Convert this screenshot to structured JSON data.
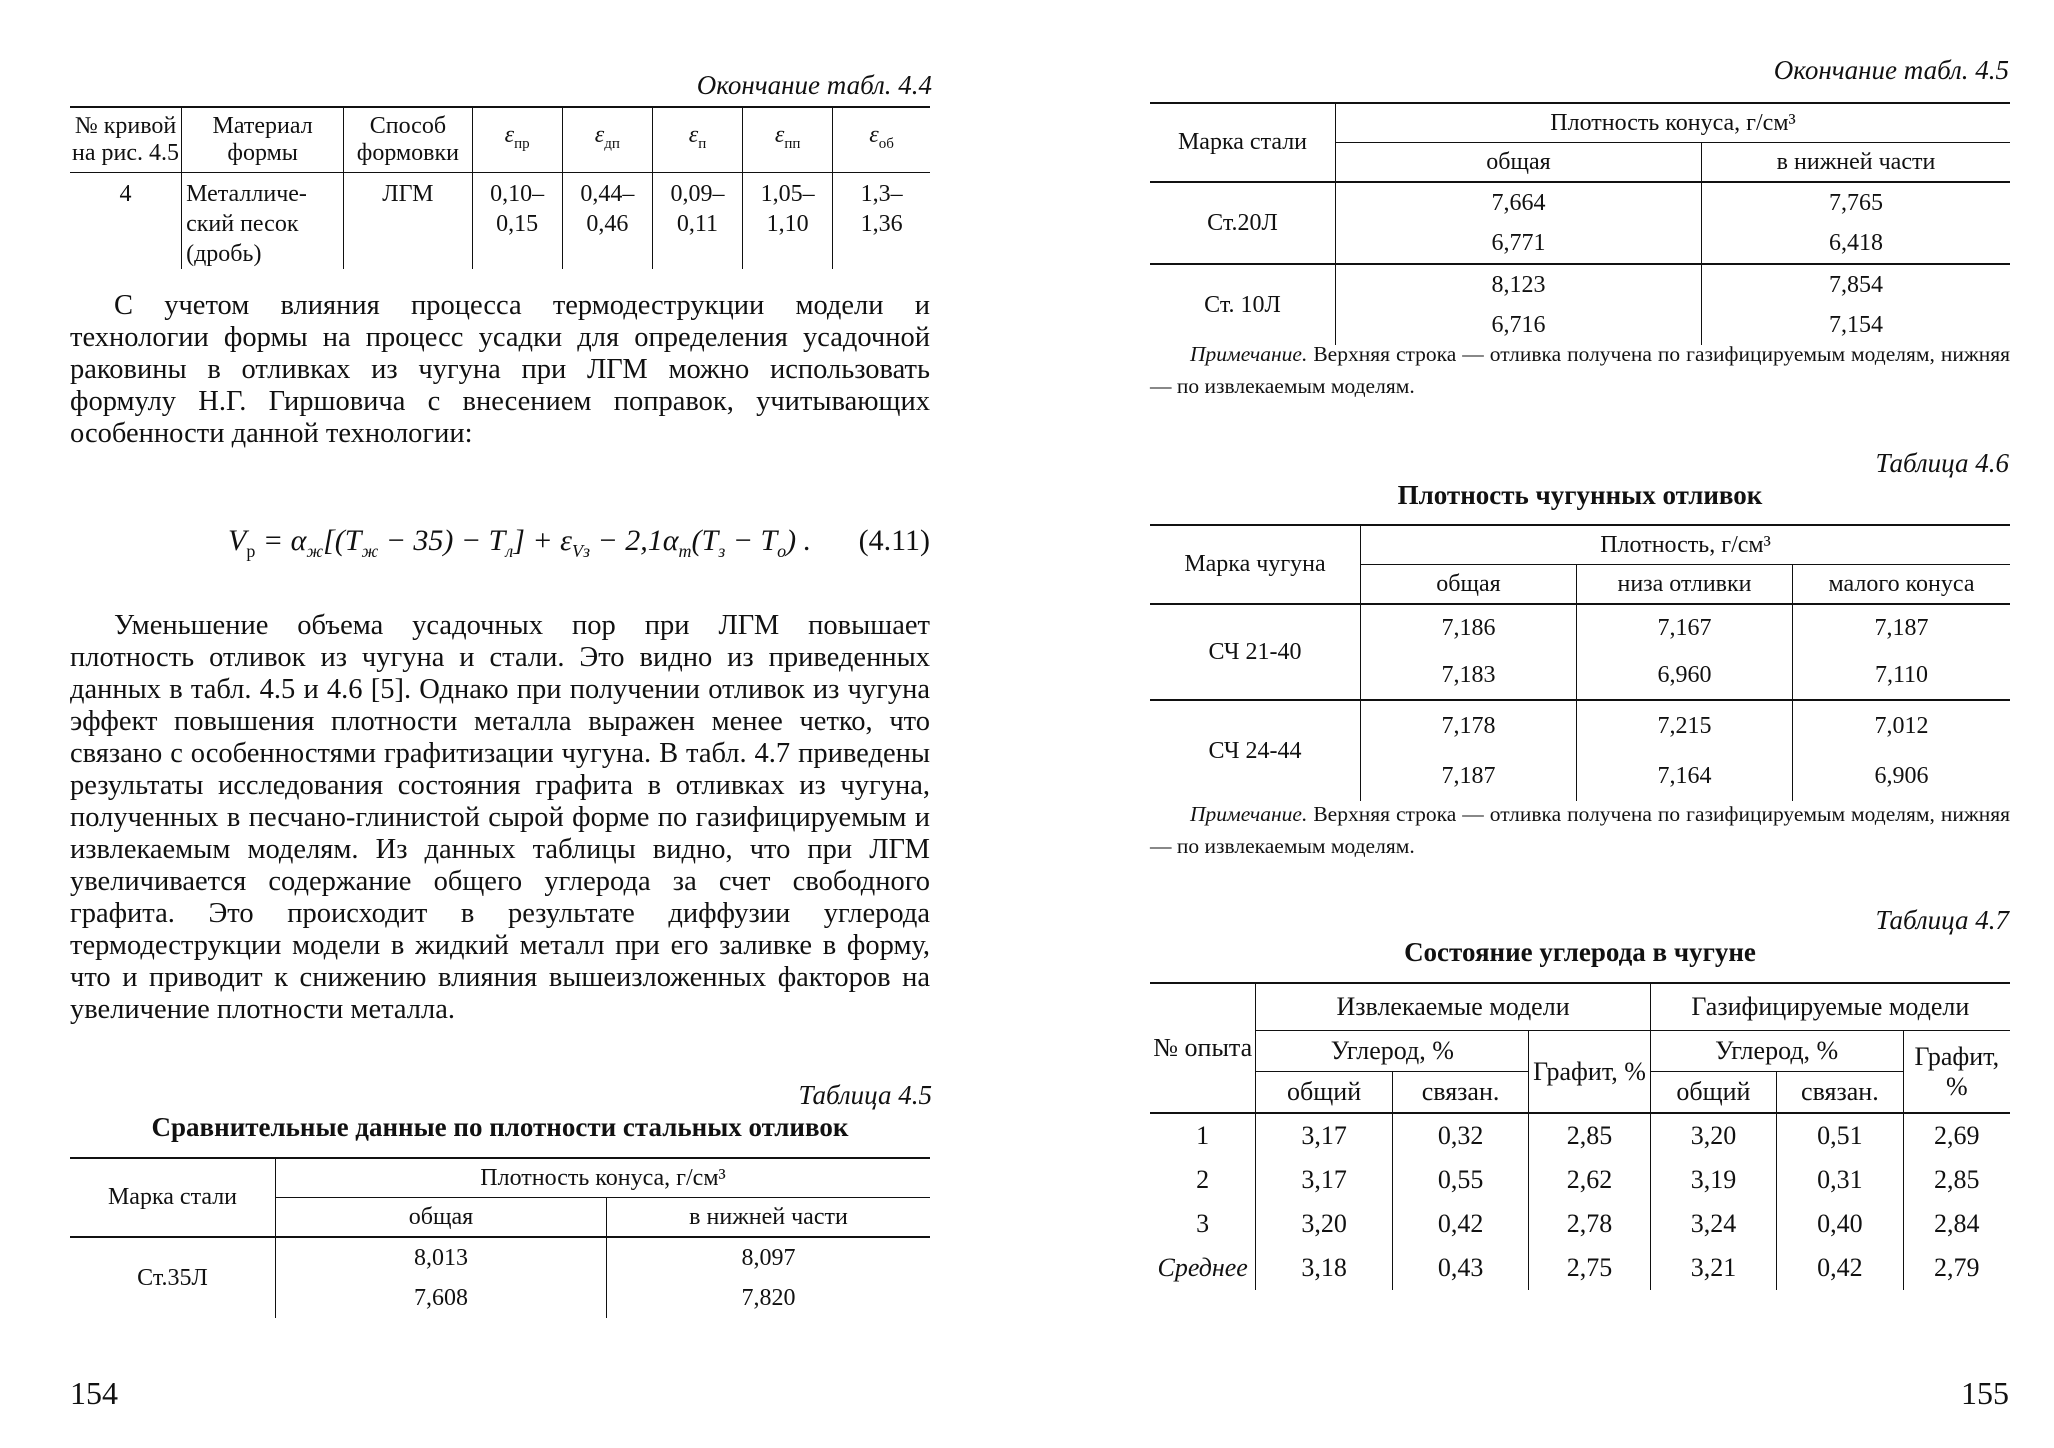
{
  "left_page": {
    "continuation": "Окончание табл. 4.4",
    "table_4_4": {
      "headers": [
        "№ кривой на рис. 4.5",
        "Материал формы",
        "Способ формовки"
      ],
      "eps": [
        {
          "sym": "ε",
          "sub": "пр"
        },
        {
          "sym": "ε",
          "sub": "дп"
        },
        {
          "sym": "ε",
          "sub": "п"
        },
        {
          "sym": "ε",
          "sub": "пп"
        },
        {
          "sym": "ε",
          "sub": "об"
        }
      ],
      "row": {
        "curve": "4",
        "material": [
          "Металличе-",
          "ский песок",
          "(дробь)"
        ],
        "method": "ЛГМ",
        "values": [
          [
            "0,10–",
            "0,15"
          ],
          [
            "0,44–",
            "0,46"
          ],
          [
            "0,09–",
            "0,11"
          ],
          [
            "1,05–",
            "1,10"
          ],
          [
            "1,3–",
            "1,36"
          ]
        ]
      }
    },
    "paragraph1": "С учетом влияния процесса термодеструкции модели и технологии формы на процесс усадки для определения усадочной раковины в отливках из чугуна при ЛГМ можно использовать формулу Н.Г. Гиршовича с внесением поправок, учитывающих особенности данной технологии:",
    "formula_number": "(4.11)",
    "paragraph2": "Уменьшение объема усадочных пор при ЛГМ повышает плотность отливок из чугуна и стали. Это видно из приведенных данных в табл. 4.5 и 4.6 [5]. Однако при получении отливок из чугуна эффект повышения плотности металла выражен менее четко, что связано с особенностями графитизации чугуна. В табл. 4.7 приведены результаты исследования состояния графита в отливках из чугуна, полученных в песчано-глинистой сырой форме по газифицируемым и извлекаемым моделям. Из данных таблицы видно, что при ЛГМ увеличивается содержание общего углерода за счет свободного графита. Это происходит в результате диффузии углерода термодеструкции модели в жидкий металл при его заливке в форму, что и приводит к снижению влияния вышеизложенных факторов на увеличение плотности металла.",
    "table_4_5": {
      "label": "Таблица 4.5",
      "title": "Сравнительные данные по плотности стальных отливок",
      "col_steel": "Марка стали",
      "col_density": "Плотность конуса, г/см³",
      "col_total": "общая",
      "col_lower": "в нижней части",
      "rows": [
        {
          "name": "Ст.35Л",
          "total": [
            "8,013",
            "7,608"
          ],
          "lower": [
            "8,097",
            "7,820"
          ]
        }
      ]
    },
    "page_number": "154"
  },
  "right_page": {
    "continuation": "Окончание табл. 4.5",
    "table_4_5_end": {
      "col_steel": "Марка стали",
      "col_density": "Плотность конуса, г/см³",
      "col_total": "общая",
      "col_lower": "в нижней части",
      "rows": [
        {
          "name": "Ст.20Л",
          "total": [
            "7,664",
            "6,771"
          ],
          "lower": [
            "7,765",
            "6,418"
          ]
        },
        {
          "name": "Ст. 10Л",
          "total": [
            "8,123",
            "6,716"
          ],
          "lower": [
            "7,854",
            "7,154"
          ]
        }
      ]
    },
    "note1_label": "Примечание.",
    "note1_text": " Верхняя строка — отливка получена по газифицируемым моделям, нижняя — по извлекаемым моделям.",
    "table_4_6": {
      "label": "Таблица 4.6",
      "title": "Плотность чугунных отливок",
      "col_grade": "Марка чугуна",
      "col_density": "Плотность, г/см³",
      "col_total": "общая",
      "col_bottom": "низа отливки",
      "col_cone": "малого конуса",
      "rows": [
        {
          "name": "СЧ 21-40",
          "total": [
            "7,186",
            "7,183"
          ],
          "bottom": [
            "7,167",
            "6,960"
          ],
          "cone": [
            "7,187",
            "7,110"
          ]
        },
        {
          "name": "СЧ 24-44",
          "total": [
            "7,178",
            "7,187"
          ],
          "bottom": [
            "7,215",
            "7,164"
          ],
          "cone": [
            "7,012",
            "6,906"
          ]
        }
      ]
    },
    "note2_label": "Примечание.",
    "note2_text": " Верхняя строка — отливка получена по газифицируемым моделям, нижняя — по извлекаемым моделям.",
    "table_4_7": {
      "label": "Таблица 4.7",
      "title": "Состояние углерода в чугуне",
      "col_no": "№ опыта",
      "group_extract": "Извлекаемые модели",
      "group_gasif": "Газифицируемые модели",
      "col_carbon": "Углерод, %",
      "col_graphite": "Графит, %",
      "col_total": "общий",
      "col_bound": "связан.",
      "rows": [
        {
          "no": "1",
          "v": [
            "3,17",
            "0,32",
            "2,85",
            "3,20",
            "0,51",
            "2,69"
          ]
        },
        {
          "no": "2",
          "v": [
            "3,17",
            "0,55",
            "2,62",
            "3,19",
            "0,31",
            "2,85"
          ]
        },
        {
          "no": "3",
          "v": [
            "3,20",
            "0,42",
            "2,78",
            "3,24",
            "0,40",
            "2,84"
          ]
        },
        {
          "no": "Среднее",
          "v": [
            "3,18",
            "0,43",
            "2,75",
            "3,21",
            "0,42",
            "2,79"
          ]
        }
      ]
    },
    "page_number": "155"
  }
}
